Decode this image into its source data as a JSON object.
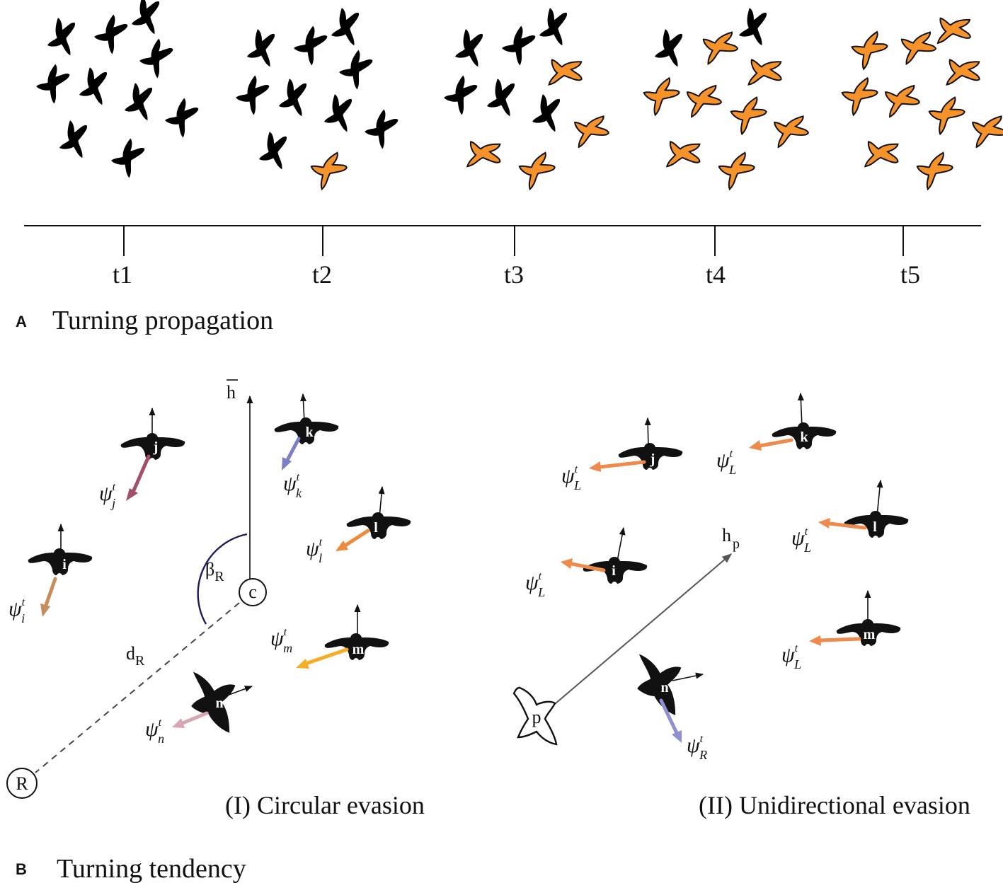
{
  "colors": {
    "ink": "#000000",
    "turned": "#f5922a",
    "psi_j": "#a0506a",
    "psi_k": "#7b7fc8",
    "psi_l": "#ef8a3a",
    "psi_i": "#c68d5b",
    "psi_m": "#f3ae25",
    "psi_n": "#d6a6b3",
    "psi_L": "#ef8a4a",
    "psi_R": "#8f8fd3",
    "beta_arc": "#1e1a5e",
    "predator_vector": "#555555"
  },
  "panel_a": {
    "letter": "A",
    "title": "Turning propagation",
    "ticks": [
      "t1",
      "t2",
      "t3",
      "t4",
      "t5"
    ],
    "turned_birds_per_step": [
      0,
      1,
      4,
      8,
      10
    ]
  },
  "panel_b": {
    "letter": "B",
    "title": "Turning tendency",
    "circular": {
      "caption": "(I) Circular evasion",
      "heading_label": "h",
      "center_label": "c",
      "predator_label": "R",
      "angle_label": "β",
      "angle_sub": "R",
      "distance_label": "d",
      "distance_sub": "R",
      "psi": "ψ",
      "psi_sup": "t",
      "birds": [
        "j",
        "k",
        "l",
        "i",
        "m",
        "n"
      ]
    },
    "unidirectional": {
      "caption": "(II) Unidirectional evasion",
      "predator_label": "p",
      "heading_label": "h",
      "heading_sub": "p",
      "psi": "ψ",
      "psi_sup": "t",
      "left_sub": "L",
      "right_sub": "R",
      "birds": [
        "j",
        "k",
        "l",
        "i",
        "m",
        "n"
      ]
    }
  }
}
